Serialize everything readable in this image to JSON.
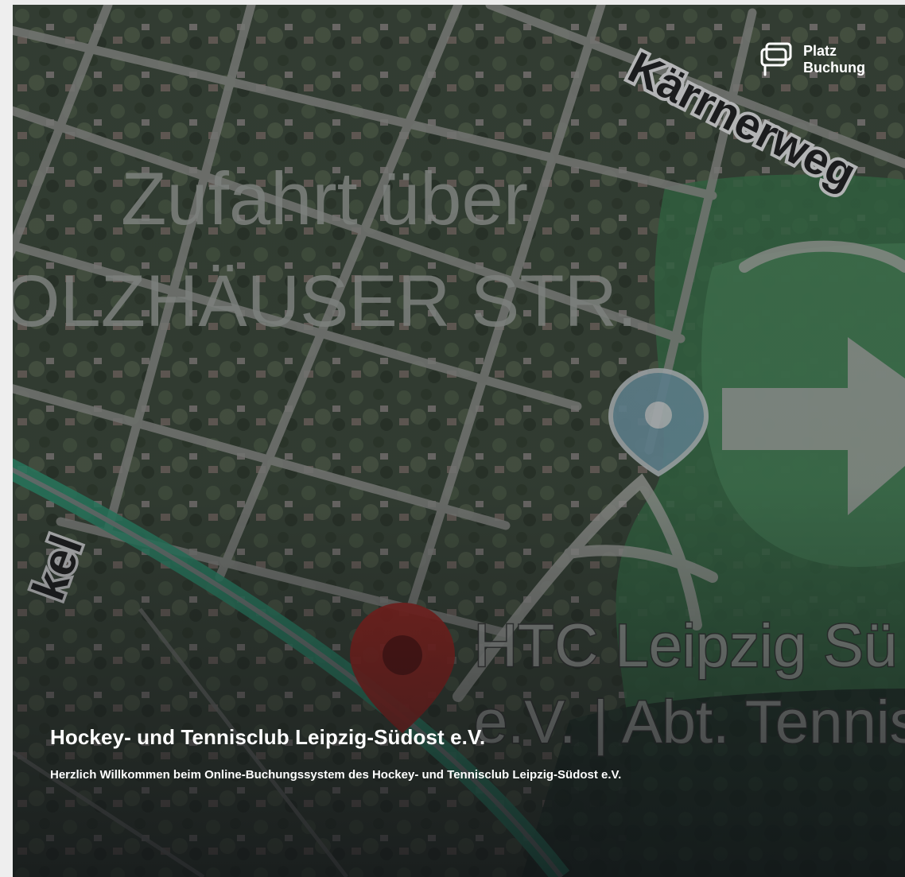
{
  "brand": {
    "line1": "Platz",
    "line2": "Buchung",
    "icon": "booking-logo-icon"
  },
  "hero": {
    "title": "Hockey- und Tennisclub Leipzig-Südost e.V.",
    "subtitle": "Herzlich Willkommen beim Online-Buchungssystem des Hockey- und Tennisclub Leipzig-Südost e.V."
  },
  "map": {
    "street_label": "Kärrnerweg",
    "access_line1": "Zufahrt über",
    "access_line2": "OLZHÄUSER STR.",
    "venue_line1": "HTC Leipzig Sü",
    "venue_line2": "e.V. | Abt. Tennis",
    "side_label": "kel",
    "colors": {
      "vegetation": "#3f4f3c",
      "road": "#9a9b95",
      "rail": "#2e9e78",
      "field": "#3c7a4c",
      "pin_red": "#b3261e",
      "pin_blue": "#7aa6b6"
    }
  }
}
